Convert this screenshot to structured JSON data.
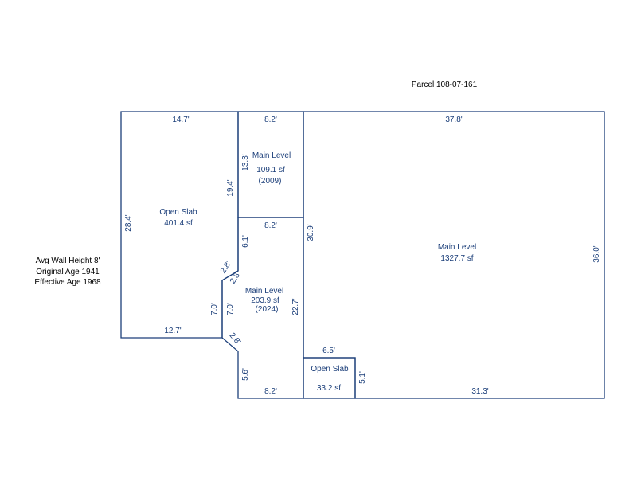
{
  "parcel": "Parcel 108-07-161",
  "notes": {
    "wall_height": "Avg Wall Height 8'",
    "original_age": "Original Age 1941",
    "effective_age": "Effective Age 1968"
  },
  "areas": {
    "open_slab_left": {
      "name": "Open Slab",
      "size": "401.4 sf"
    },
    "main_upper": {
      "name": "Main Level",
      "size": "109.1 sf",
      "year": "(2009)"
    },
    "main_middle": {
      "name": "Main Level",
      "size": "203.9 sf",
      "year": "(2024)"
    },
    "main_large": {
      "name": "Main Level",
      "size": "1327.7 sf"
    },
    "open_slab_small": {
      "name": "Open Slab",
      "size": "33.2 sf"
    }
  },
  "dims": {
    "top_left": "14.7'",
    "top_mid": "8.2'",
    "top_right": "37.8'",
    "left_side": "28.4'",
    "inner_upper": "19.4'",
    "upper_height": "13.3'",
    "mid_top": "8.2'",
    "mid_upper_side": "6.1'",
    "diag_a": "2.8'",
    "diag_b": "2.8'",
    "slab_right": "7.0'",
    "mid_left": "7.0'",
    "slab_bottom": "12.7'",
    "diag_c": "2.8'",
    "mid_lower_side": "5.6'",
    "bottom_mid": "8.2'",
    "right_col_upper": "30.9'",
    "right_col_lower": "22.7'",
    "small_top": "6.5'",
    "small_side": "5.1'",
    "bottom_right": "31.3'",
    "far_right": "36.0'"
  }
}
